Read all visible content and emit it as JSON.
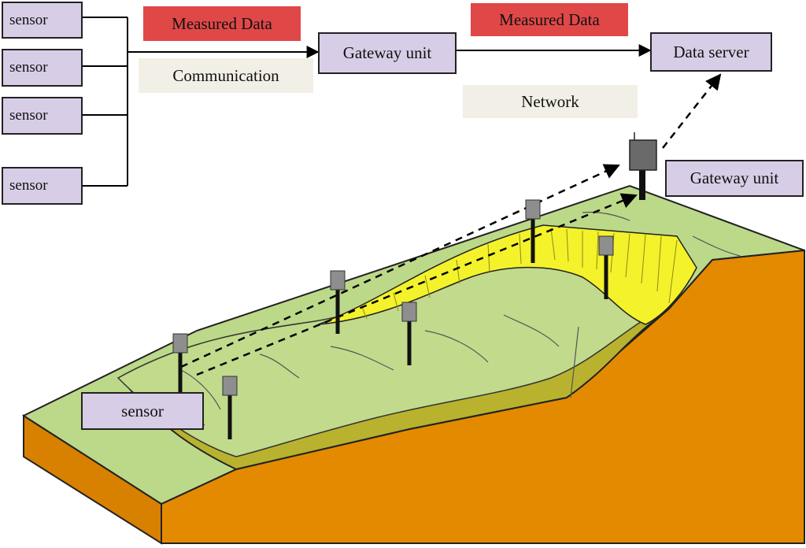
{
  "sensor_boxes": [
    "sensor",
    "sensor",
    "sensor",
    "sensor"
  ],
  "field_sensor": "sensor",
  "tags": {
    "measured_data_left": "Measured Data",
    "measured_data_right": "Measured Data",
    "communication": "Communication",
    "network": "Network"
  },
  "nodes": {
    "gateway_top": "Gateway unit",
    "data_server": "Data server",
    "gateway_field": "Gateway unit"
  },
  "colors": {
    "box_fill": "#d8cde6",
    "tag_red": "#e04848",
    "tag_beige": "#f1efe6",
    "terrain_green": "#bcd98a",
    "soil_orange": "#e48a00",
    "scarp_yellow": "#f4f22a",
    "slide_olive": "#b8b22e"
  }
}
